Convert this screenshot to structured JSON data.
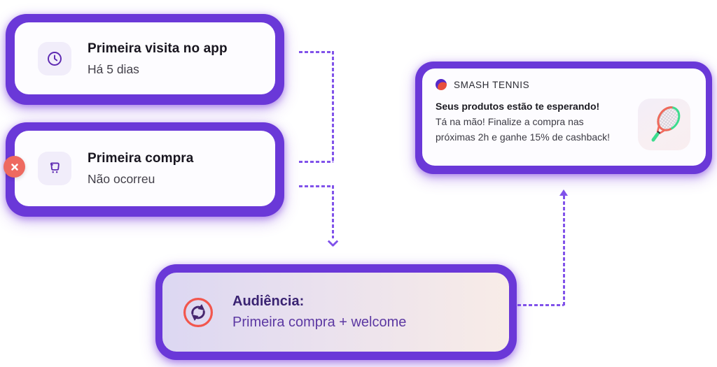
{
  "colors": {
    "node_border_purple": "#6a38d8",
    "connector_purple": "#8153ea",
    "badge_red": "#ee6a60",
    "ring_coral": "#f2564d",
    "icon_purple": "#5e2ab2",
    "audience_title_purple": "#3a2372",
    "audience_text_purple": "#5c38a2"
  },
  "nodes": {
    "first_visit": {
      "icon": "clock-icon",
      "title": "Primeira visita no app",
      "subtitle": "Há 5 dias"
    },
    "first_purchase": {
      "icon": "cart-icon",
      "badge": "x-icon",
      "title": "Primeira compra",
      "subtitle": "Não ocorreu"
    },
    "notification": {
      "logo": "smash-tennis-logo-icon",
      "app_name": "SMASH TENNIS",
      "headline": "Seus produtos estão te esperando!",
      "body_line1": "Tá na mão! Finalize a compra nas",
      "body_line2": "próximas 2h e ganhe 15% de cashback!",
      "image": "tennis-racket-image"
    },
    "audience": {
      "icon": "sync-icon",
      "title": "Audiência:",
      "subtitle": "Primeira compra + welcome"
    }
  }
}
